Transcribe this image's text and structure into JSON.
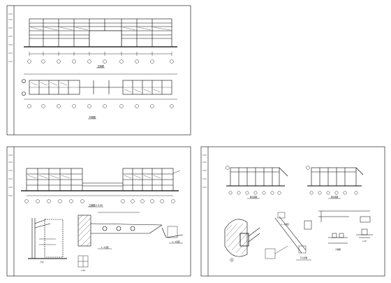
{
  "sheets": [
    {
      "id": "sheet-top",
      "view_captions": [
        "立面图",
        "平面图"
      ]
    },
    {
      "id": "sheet-bottom-left",
      "view_captions": [
        "立面图 1:100",
        "1—1剖面",
        "2—2剖面",
        "1:20",
        "节点"
      ]
    },
    {
      "id": "sheet-bottom-right",
      "view_captions": [
        "侧立面图",
        "侧立面图",
        "1—1剖面",
        "节点详图",
        "大样图",
        "1:10",
        "A"
      ]
    }
  ],
  "colors": {
    "line": "#000000",
    "paper": "#ffffff"
  }
}
